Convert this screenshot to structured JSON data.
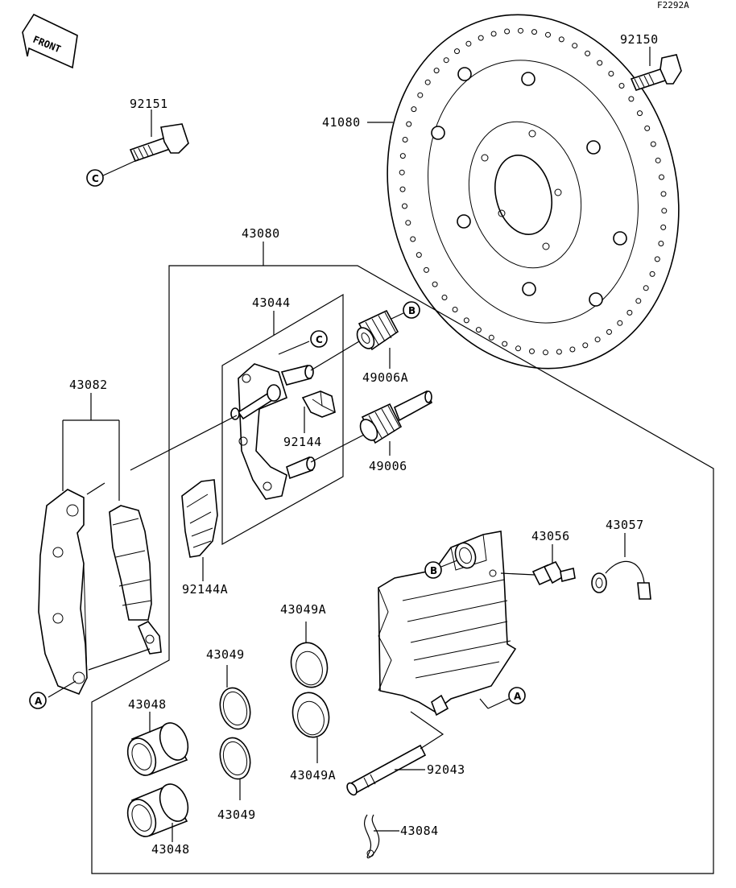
{
  "figure_code": "F2292A",
  "front_label": "FRONT",
  "refs": {
    "a": "A",
    "b": "B",
    "c": "C"
  },
  "parts": {
    "disc": "41080",
    "disc_bolt": "92150",
    "caliper_bolt": "92151",
    "caliper_assy": "43080",
    "bracket": "43044",
    "pad_set": "43082",
    "boot_a": "49006A",
    "boot": "49006",
    "spring": "92144",
    "spring_a": "92144A",
    "bleeder": "43056",
    "cap": "43057",
    "seal_a": "43049A",
    "seal": "43049",
    "piston": "43048",
    "pin": "92043",
    "clip": "43084"
  }
}
